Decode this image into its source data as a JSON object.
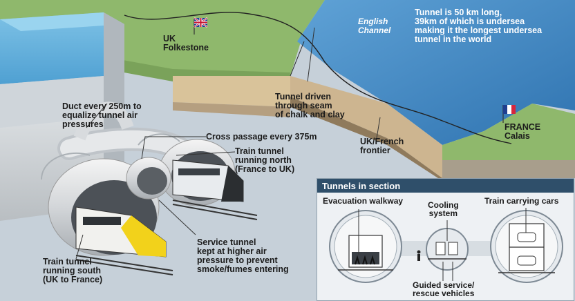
{
  "labels": {
    "tunnel_facts": "Tunnel is 50 km long,\n39km of which is undersea\nmaking it the longest undersea\ntunnel in the world",
    "english_channel": "English\nChannel",
    "uk_folkestone": "UK\nFolkestone",
    "france_calais": "FRANCE\nCalais",
    "tunnel_driven": "Tunnel driven\nthrough seam\nof chalk and clay",
    "frontier": "UK/French\nfrontier",
    "duct": "Duct every 250m to\nequalize tunnel air\npressures",
    "cross_passage": "Cross passage every 375m",
    "train_north": "Train tunnel\nrunning north\n(France  to UK)",
    "service_tunnel": "Service tunnel\nkept at higher air\npressure to prevent\nsmoke/fumes entering",
    "train_south": "Train tunnel\nrunning south\n(UK to France)"
  },
  "inset": {
    "title": "Tunnels in section",
    "evacuation": "Evacuation walkway",
    "cooling": "Cooling\nsystem",
    "cars": "Train carrying cars",
    "guided": "Guided service/\nrescue vehicles"
  },
  "colors": {
    "sea": "#3d86c3",
    "land": "#8bb46a",
    "inset_header": "#2f4f6a"
  },
  "icons": [
    "uk-flag-icon",
    "france-flag-icon"
  ]
}
